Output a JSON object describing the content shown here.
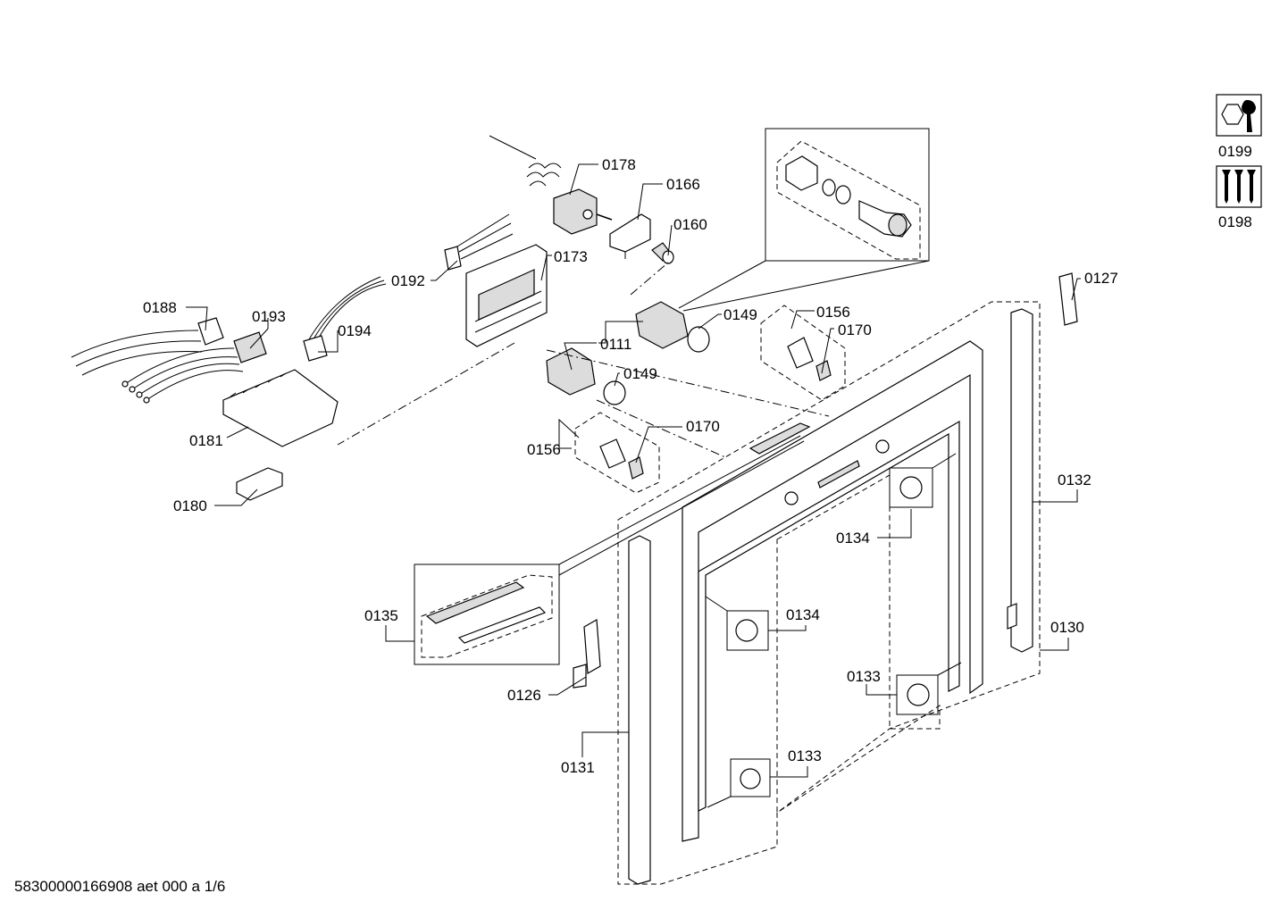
{
  "labels": {
    "p0178": "0178",
    "p0166": "0166",
    "p0160": "0160",
    "p0192": "0192",
    "p0173": "0173",
    "p0188": "0188",
    "p0193": "0193",
    "p0194": "0194",
    "p0111": "0111",
    "p0149a": "0149",
    "p0149b": "0149",
    "p0156a": "0156",
    "p0170a": "0170",
    "p0156b": "0156",
    "p0170b": "0170",
    "p0181": "0181",
    "p0180": "0180",
    "p0127": "0127",
    "p0132": "0132",
    "p0134a": "0134",
    "p0134b": "0134",
    "p0135": "0135",
    "p0130": "0130",
    "p0133a": "0133",
    "p0133b": "0133",
    "p0126": "0126",
    "p0131": "0131",
    "p0199": "0199",
    "p0198": "0198"
  },
  "icons": {
    "service_tool": "wrench-nut-icon",
    "screws": "screws-icon"
  },
  "footer": {
    "document_id": "58300000166908 aet 000 a 1/6"
  }
}
